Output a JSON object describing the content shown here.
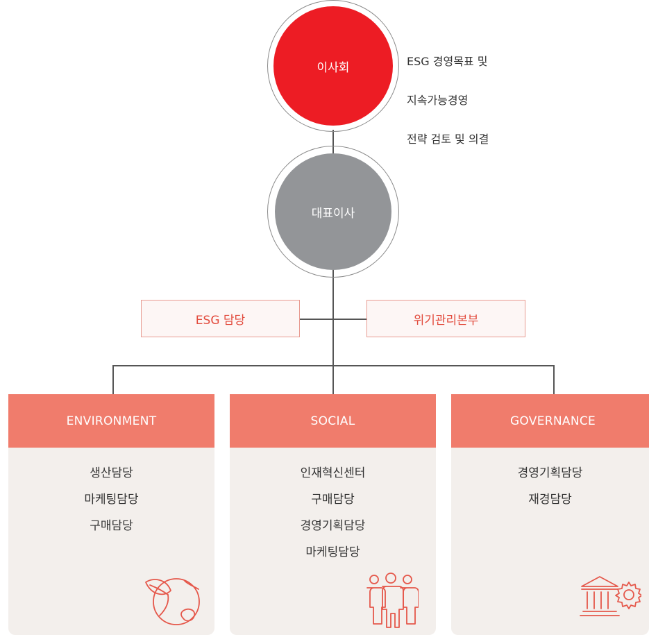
{
  "board": {
    "label": "이사회",
    "note_lines": [
      "ESG 경영목표 및",
      "지속가능경영",
      "전략 검토 및 의결"
    ],
    "color": "#ed1c24"
  },
  "ceo": {
    "label": "대표이사",
    "color": "#939598"
  },
  "support": {
    "left_label": "ESG 담당",
    "right_label": "위기관리본부"
  },
  "columns": [
    {
      "title": "ENVIRONMENT",
      "items": [
        "생산담당",
        "마케팅담당",
        "구매담당"
      ],
      "icon": "globe-leaf-icon"
    },
    {
      "title": "SOCIAL",
      "items": [
        "인재혁신센터",
        "구매담당",
        "경영기획담당",
        "마케팅담당"
      ],
      "icon": "people-group-icon"
    },
    {
      "title": "GOVERNANCE",
      "items": [
        "경영기획담당",
        "재경담당"
      ],
      "icon": "bank-gear-icon"
    }
  ],
  "colors": {
    "accent": "#f07c6c",
    "panel": "#f3efec",
    "box_border": "#e89a90",
    "box_text": "#e24a3c"
  }
}
